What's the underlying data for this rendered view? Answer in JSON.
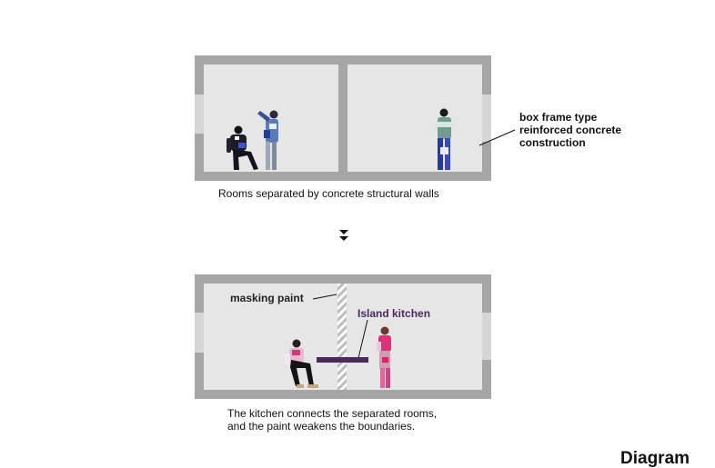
{
  "captions": {
    "top": "Rooms separated by concrete structural walls",
    "bottom_line1": "The kitchen connects the separated rooms,",
    "bottom_line2": "and the paint weakens the boundaries."
  },
  "labels": {
    "construction_line1": "box frame type",
    "construction_line2": "reinforced concrete",
    "construction_line3": "construction",
    "masking_paint": "masking paint",
    "island_kitchen": "Island kitchen"
  },
  "title": "Diagram",
  "colors": {
    "wall": "#a6a6a6",
    "room_fill": "#e6e6e6",
    "opening": "#d6d6d6",
    "island": "#4b2a5e",
    "text": "#111111"
  },
  "icons": {
    "arrow": "double-chevron-down-icon"
  }
}
